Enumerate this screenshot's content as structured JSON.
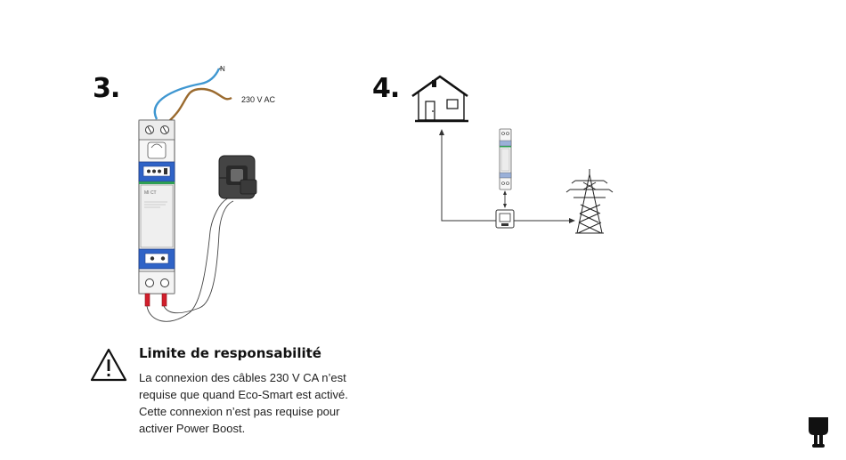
{
  "steps": {
    "step3": {
      "number": "3."
    },
    "step4": {
      "number": "4."
    }
  },
  "wiring": {
    "neutral_label": "N",
    "voltage_label": "230 V AC",
    "meter_label": "MI CT"
  },
  "notice": {
    "icon": "warning-triangle-icon",
    "title": "Limite de responsabilité",
    "body": "La connexion des câbles 230 V CA n’est requise que quand Eco-Smart est activé. Cette connexion n’est pas requise pour activer Power Boost."
  },
  "colors": {
    "neutral_wire": "#3f97d1",
    "live_wire": "#9a6a2e",
    "terminal_blue": "#2f63c7",
    "terminal_red": "#d21f2c",
    "meter_green": "#2e9e54"
  },
  "logo": {
    "icon": "brand-logo-icon"
  }
}
